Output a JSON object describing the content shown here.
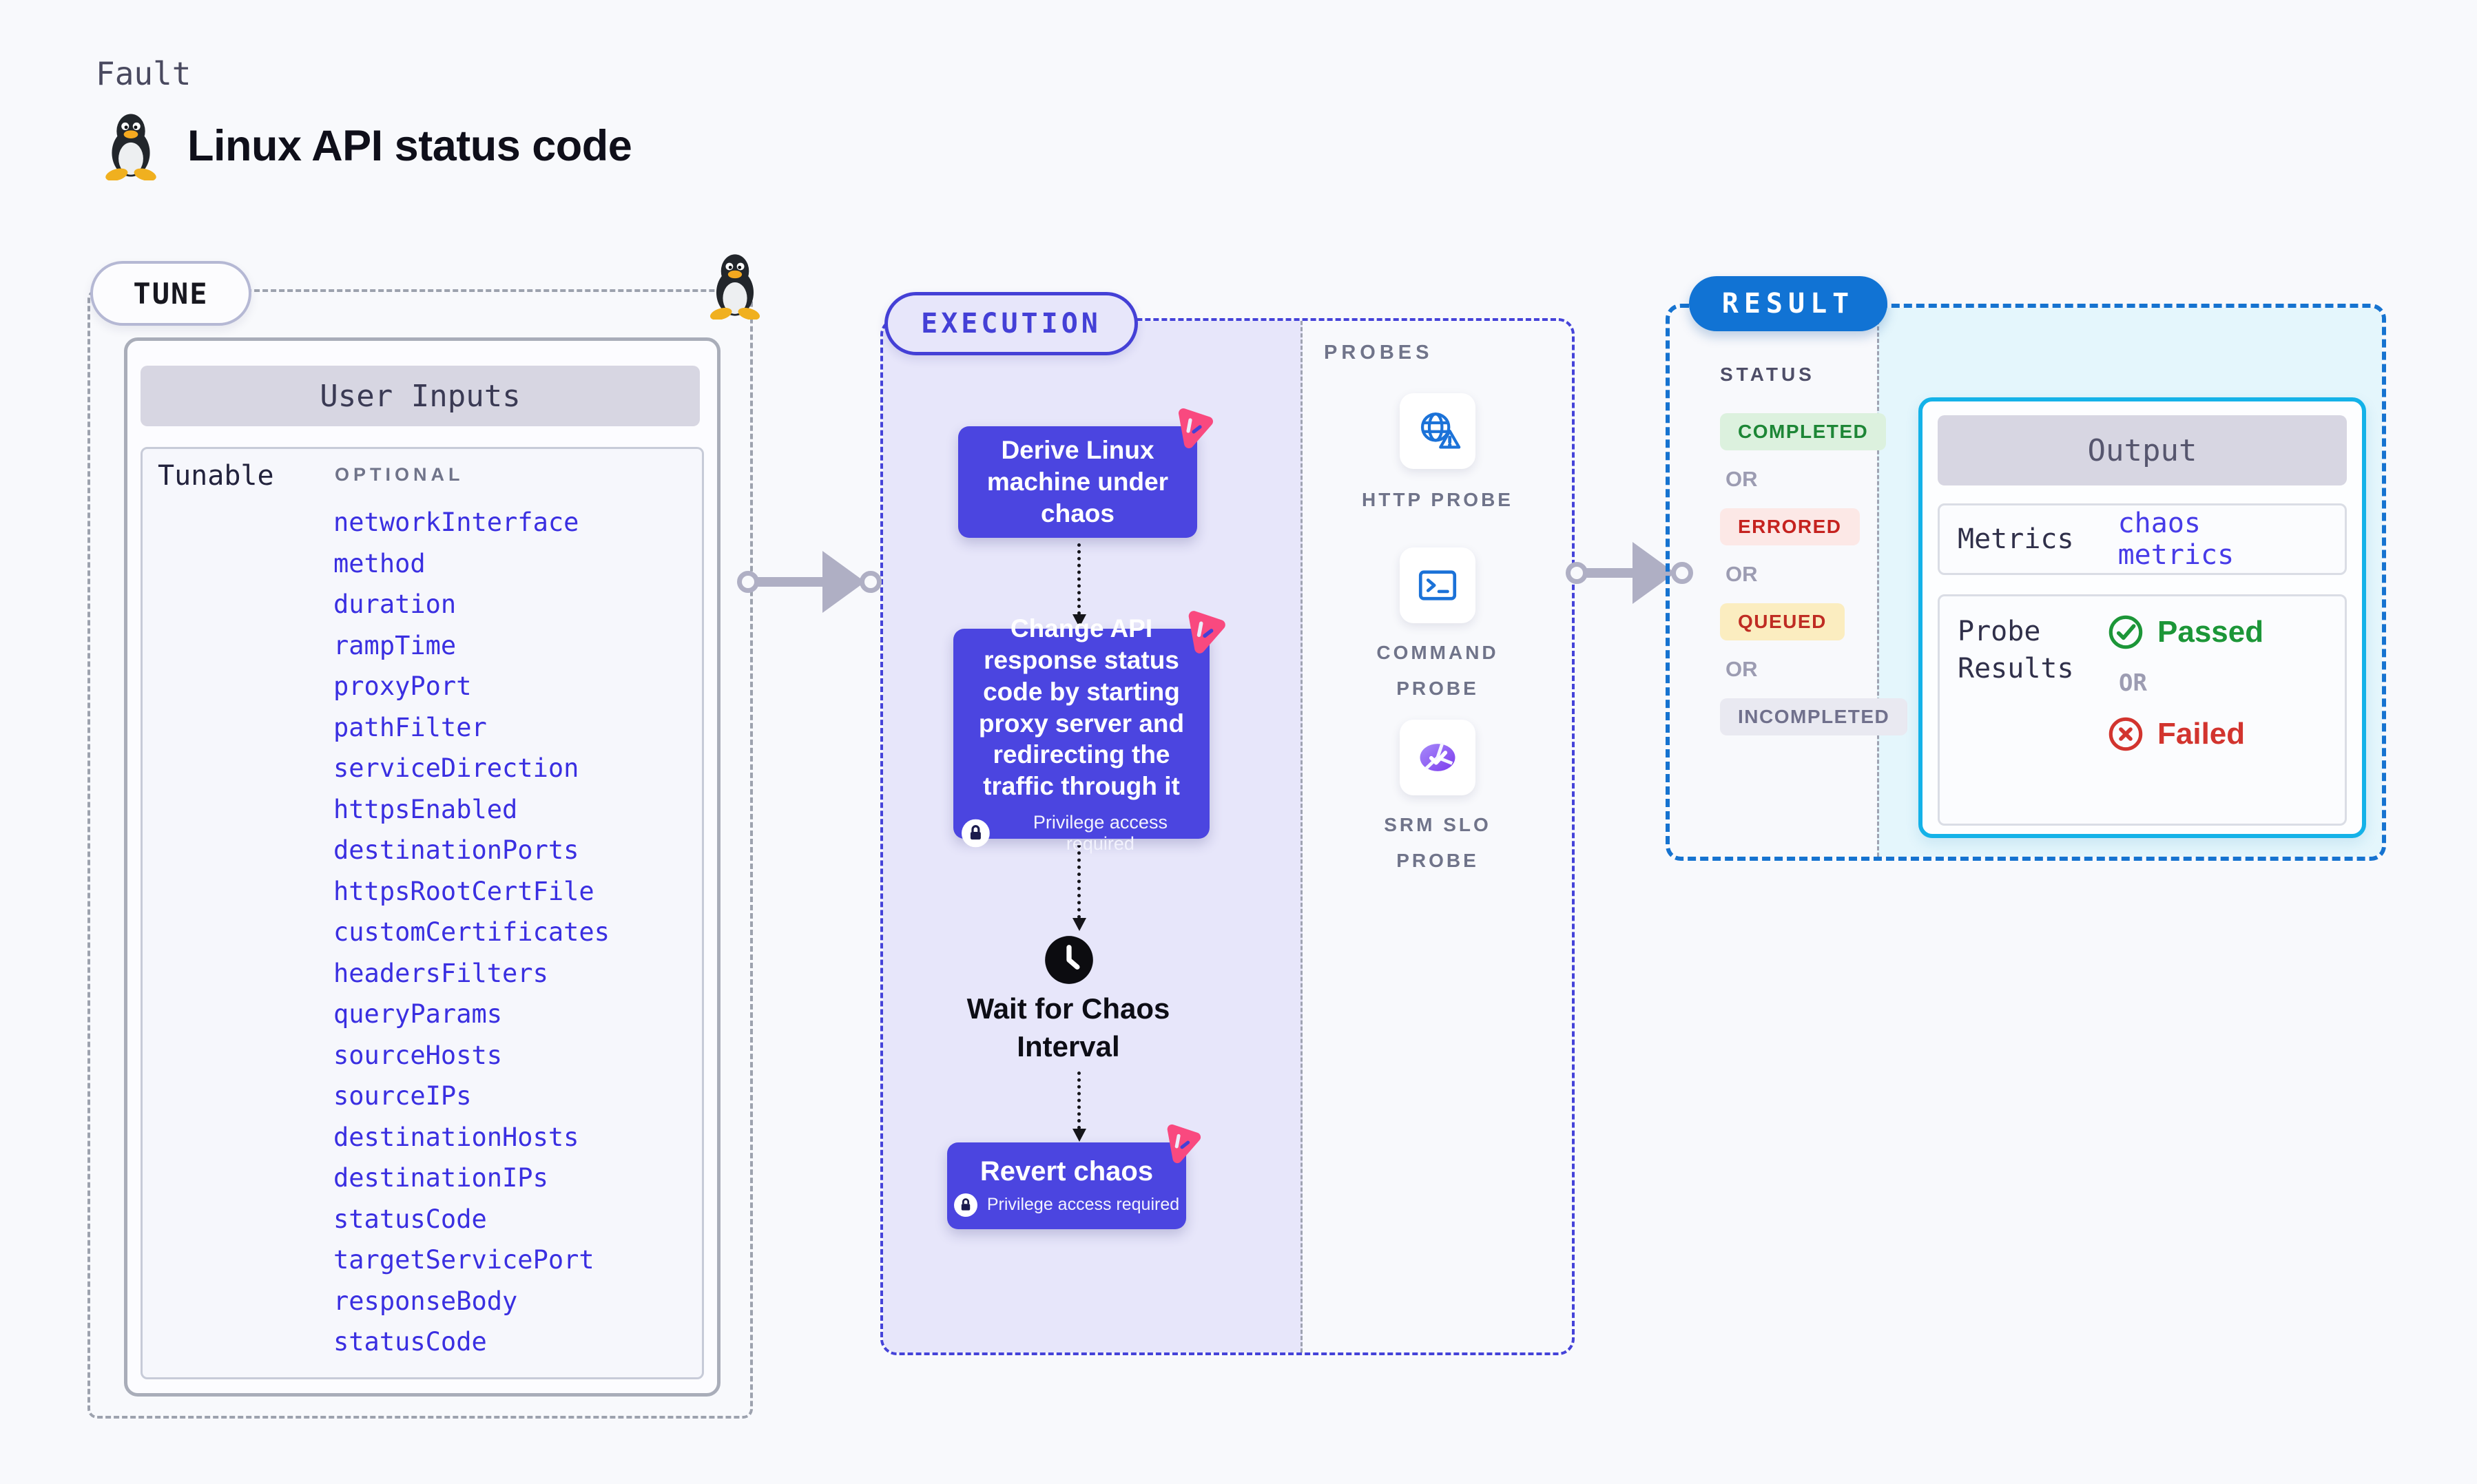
{
  "page": {
    "kicker": "Fault",
    "title": "Linux API status code"
  },
  "tune": {
    "label": "TUNE",
    "user_inputs": {
      "header": "User Inputs",
      "row_label": "Tunable",
      "column_label": "OPTIONAL",
      "tunables": [
        "networkInterface",
        "method",
        "duration",
        "rampTime",
        "proxyPort",
        "pathFilter",
        "serviceDirection",
        "httpsEnabled",
        "destinationPorts",
        "httpsRootCertFile",
        "customCertificates",
        "headersFilters",
        "queryParams",
        "sourceHosts",
        "sourceIPs",
        "destinationHosts",
        "destinationIPs",
        "statusCode",
        "targetServicePort",
        "responseBody",
        "statusCode"
      ]
    }
  },
  "execution": {
    "label": "EXECUTION",
    "steps": {
      "derive": "Derive Linux machine under chaos",
      "change": "Change API response status code by starting proxy server and redirecting the traffic through it",
      "wait": "Wait for Chaos Interval",
      "revert": "Revert chaos"
    },
    "privilege_note": "Privilege access required"
  },
  "probes": {
    "label": "PROBES",
    "items": [
      "HTTP PROBE",
      "COMMAND PROBE",
      "SRM SLO PROBE"
    ]
  },
  "result": {
    "label": "RESULT",
    "status": {
      "label": "STATUS",
      "completed": "COMPLETED",
      "errored": "ERRORED",
      "queued": "QUEUED",
      "incompleted": "INCOMPLETED",
      "or": "OR"
    },
    "output": {
      "header": "Output",
      "metrics_label": "Metrics",
      "metrics_value": "chaos metrics",
      "probe_results_label": "Probe Results",
      "passed": "Passed",
      "failed": "Failed",
      "or": "OR"
    }
  },
  "colors": {
    "accent_indigo": "#4B45E0",
    "execution_border": "#4440D6",
    "lavender_bg": "#E7E6FA",
    "tunable_link_blue": "#3A2FE1",
    "result_blue": "#1173D4",
    "cyan_border": "#14B2E8",
    "cyan_bg": "#E4F6FC",
    "passed_green": "#1C9638",
    "failed_red": "#D2342E",
    "queued_bg": "#FBEDC0",
    "arrow_gray": "#AFAFC4",
    "litmus_pink": "#F9497F"
  }
}
